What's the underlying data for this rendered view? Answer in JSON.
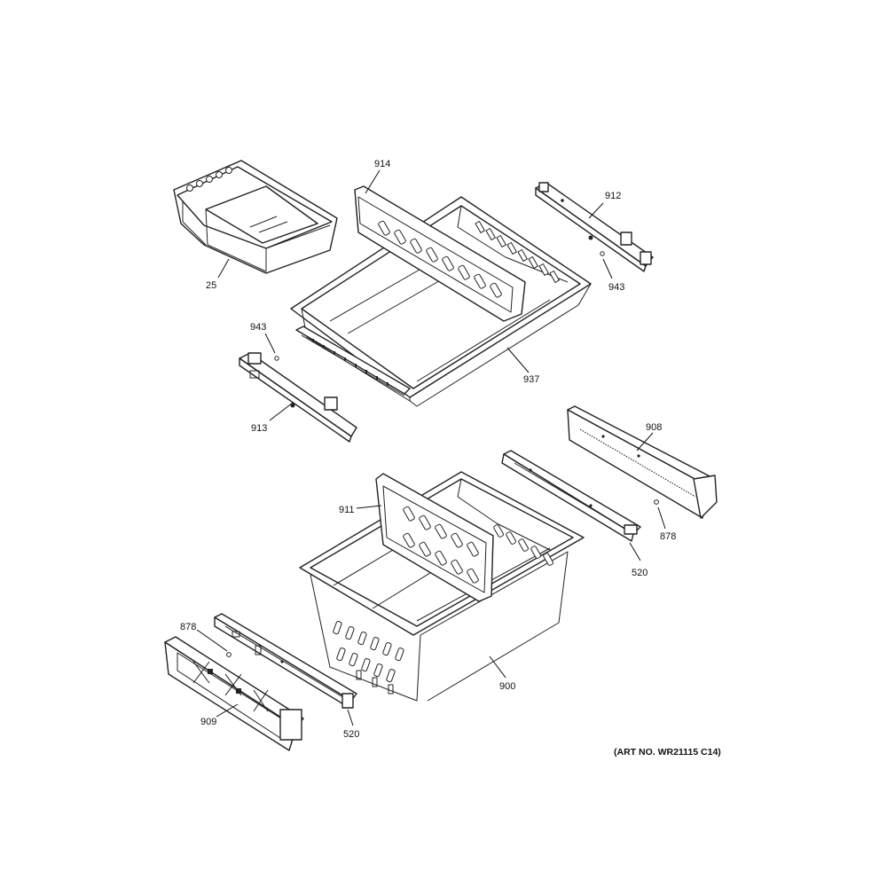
{
  "callouts": {
    "c25": "25",
    "c914": "914",
    "c912": "912",
    "c943a": "943",
    "c943b": "943",
    "c937": "937",
    "c913": "913",
    "c908": "908",
    "c911": "911",
    "c878a": "878",
    "c520a": "520",
    "c900": "900",
    "c878b": "878",
    "c909": "909",
    "c520b": "520"
  },
  "art_number": "(ART NO. WR21115 C14)"
}
